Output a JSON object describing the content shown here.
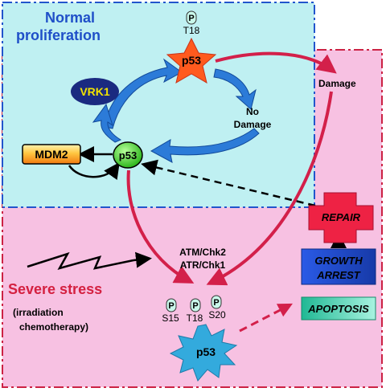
{
  "regions": {
    "normal": {
      "title_line1": "Normal",
      "title_line2": "proliferation"
    },
    "stress": {
      "title": "Severe stress",
      "note_line1": "(irradiation",
      "note_line2": "chemotherapy)"
    }
  },
  "nodes": {
    "p53_top": {
      "label": "p53",
      "phospho": [
        "T18"
      ]
    },
    "p53_mid": {
      "label": "p53"
    },
    "p53_bottom": {
      "label": "p53",
      "phospho": [
        "S15",
        "T18",
        "S20"
      ]
    },
    "vrk1": "VRK1",
    "mdm2": "MDM2",
    "damage": "Damage",
    "no_damage_line1": "No",
    "no_damage_line2": "Damage",
    "repair": "REPAIR",
    "growth_arrest_line1": "GROWTH",
    "growth_arrest_line2": "ARREST",
    "apoptosis": "APOPTOSIS",
    "kinases_line1": "ATM/Chk2",
    "kinases_line2": "ATR/Chk1",
    "phospho_symbol": "P"
  },
  "colors": {
    "normal_bg": "#bff0f2",
    "normal_border": "#2255cc",
    "stress_bg": "#f7c1e2",
    "stress_border": "#cc2244",
    "red_arrow": "#d3204a",
    "blue_arrow": "#2c7bd8",
    "star": "#ff5a1e",
    "vrk1_fill": "#1a2a80",
    "vrk1_text": "#f2e300",
    "p53_green": "#33cc22",
    "teal_burst": "#33aadd",
    "repair": "#ee2244",
    "growth_arrest": "#1f47d0",
    "apoptosis": "#2ecfa8",
    "title_blue": "#1f4fc8",
    "title_red": "#d42040"
  }
}
